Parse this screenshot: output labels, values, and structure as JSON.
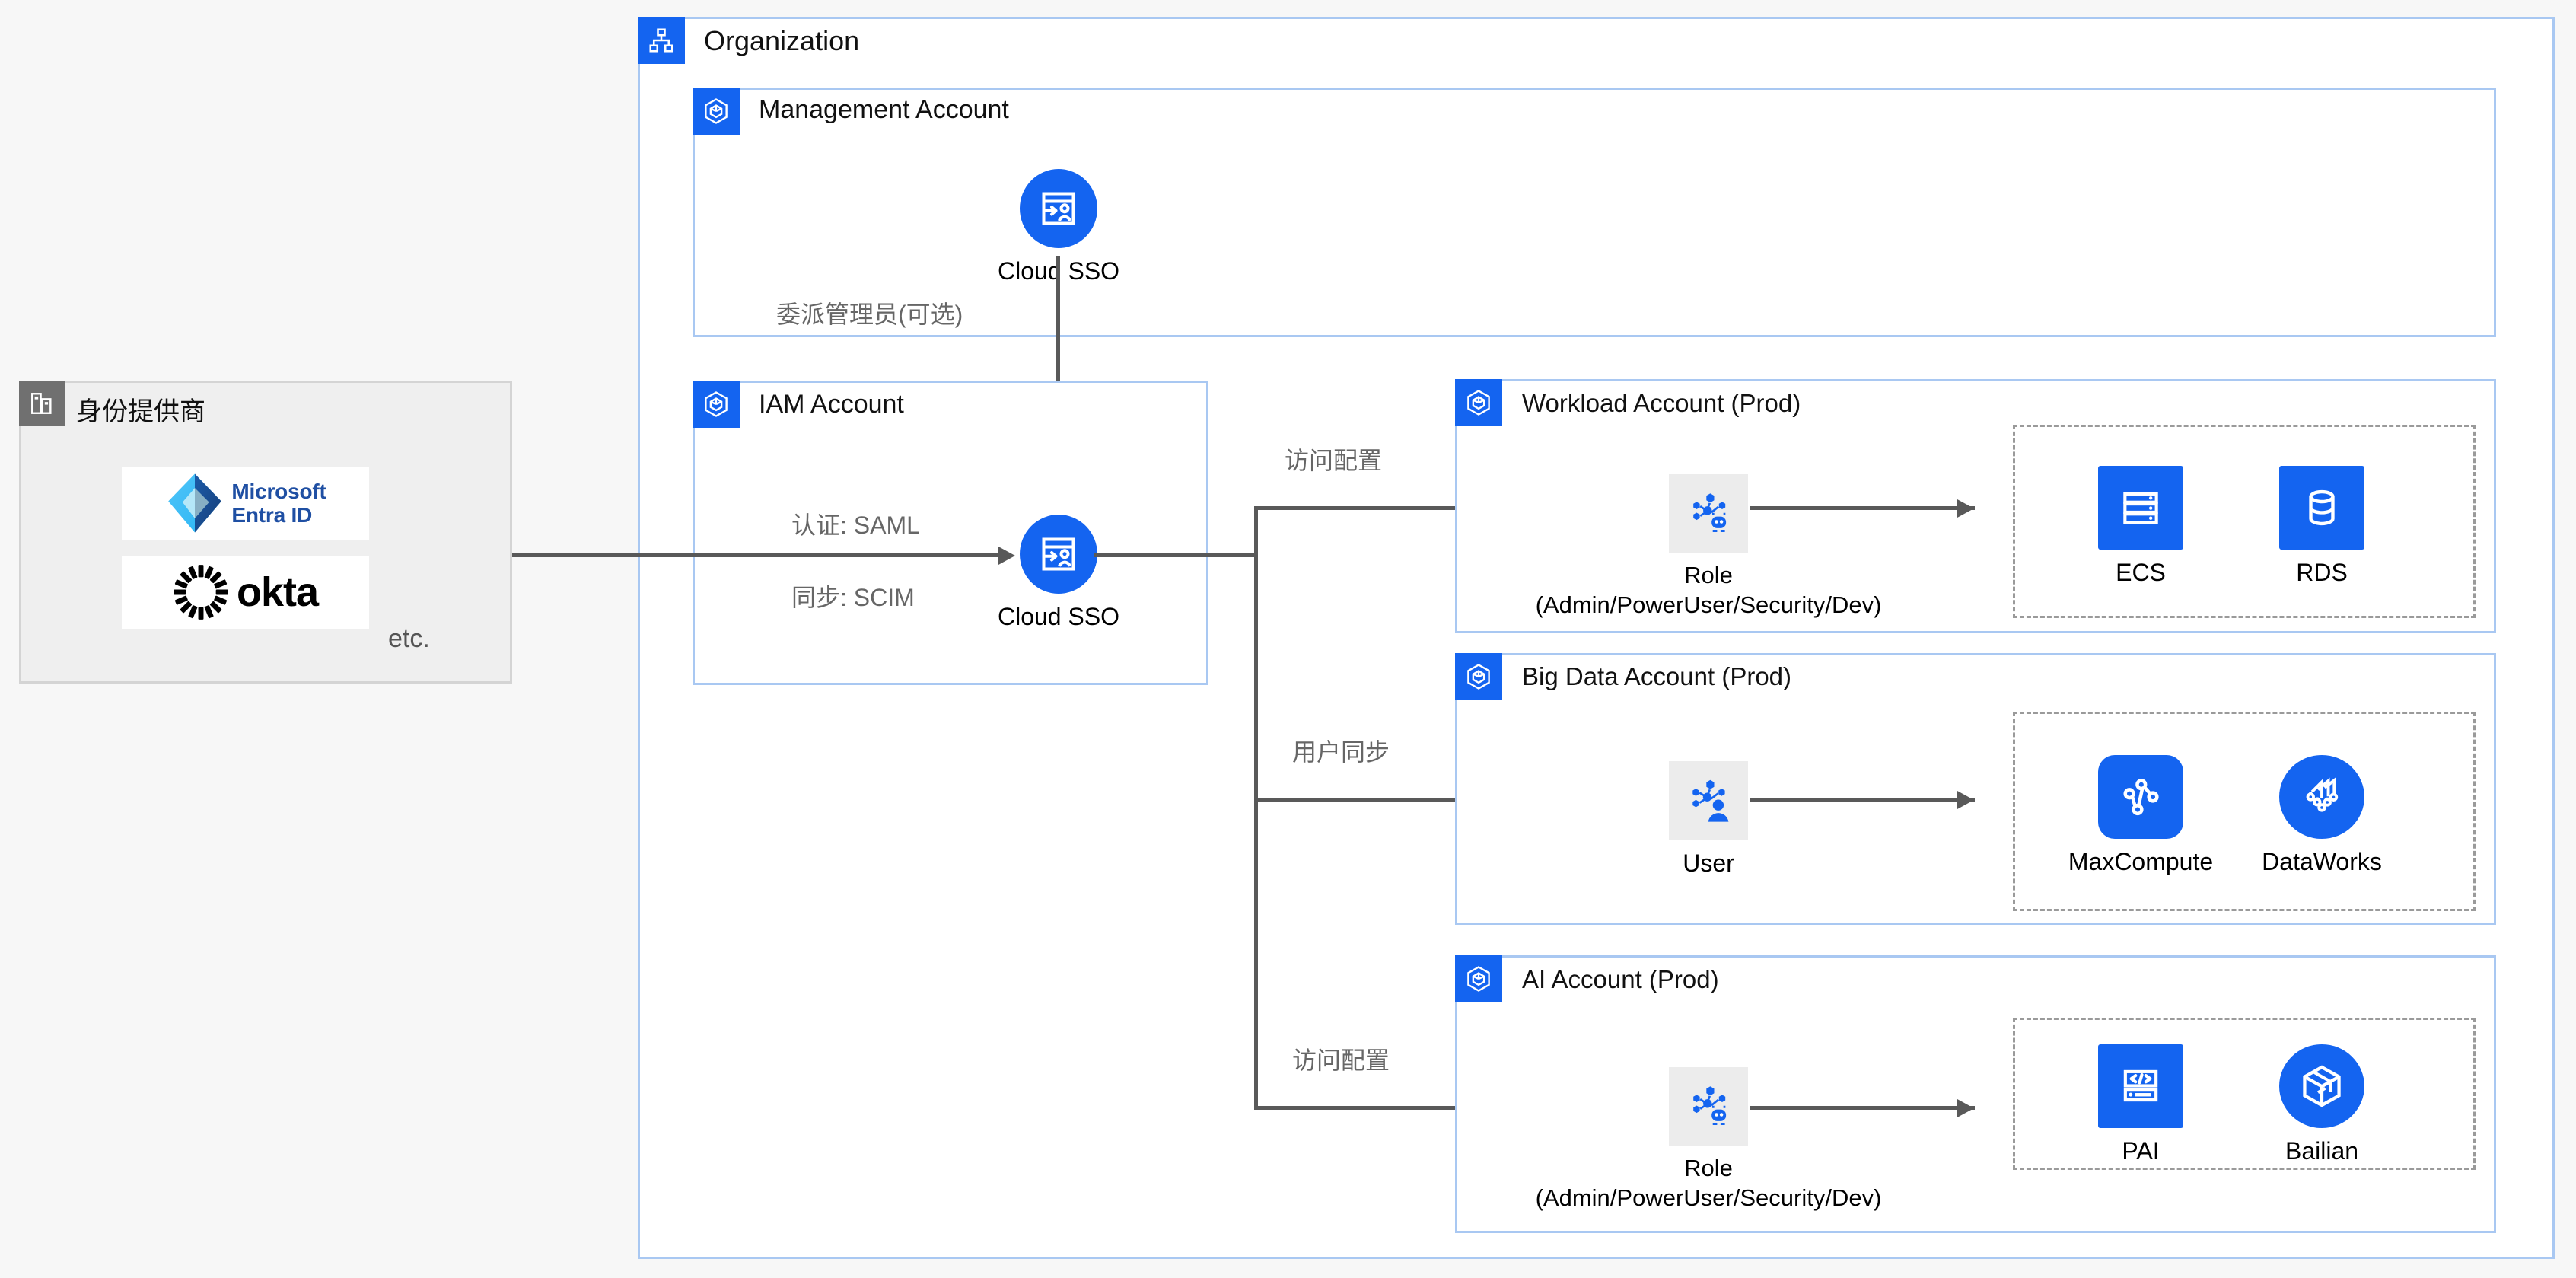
{
  "diagram": {
    "title": "Alibaba Cloud multi-account identity architecture",
    "accent_color": "#1464f0",
    "border_color": "#a9c8f2",
    "line_color": "#595959",
    "idp_border_color": "#d4d4d4",
    "idp_fill_color": "#efefef",
    "dashed_color": "#9a9a9a"
  },
  "identity_provider": {
    "title": "身份提供商",
    "icon": "identity-provider-icon",
    "providers": [
      {
        "name": "Microsoft Entra ID",
        "line1": "Microsoft",
        "line2": "Entra ID",
        "icon": "microsoft-entra-id-logo"
      },
      {
        "name": "Okta",
        "label": "okta",
        "icon": "okta-logo"
      }
    ],
    "etc_label": "etc."
  },
  "organization": {
    "title": "Organization",
    "icon": "organization-icon",
    "management_account": {
      "title": "Management Account",
      "icon": "account-icon",
      "node": {
        "label": "Cloud SSO",
        "icon": "cloud-sso-icon"
      },
      "note": "委派管理员(可选)"
    },
    "iam_account": {
      "title": "IAM Account",
      "icon": "account-icon",
      "node": {
        "label": "Cloud SSO",
        "icon": "cloud-sso-icon"
      },
      "edge_labels": [
        "认证: SAML",
        "同步: SCIM"
      ]
    },
    "workload_accounts": [
      {
        "title": "Workload Account (Prod)",
        "icon": "account-icon",
        "edge_label": "访问配置",
        "principal": {
          "label_line1": "Role",
          "label_line2": "(Admin/PowerUser/Security/Dev)",
          "icon": "role-icon"
        },
        "services": [
          {
            "label": "ECS",
            "icon": "ecs-icon",
            "shape": "square"
          },
          {
            "label": "RDS",
            "icon": "rds-icon",
            "shape": "square"
          }
        ]
      },
      {
        "title": "Big Data Account (Prod)",
        "icon": "account-icon",
        "edge_label": "用户同步",
        "principal": {
          "label_line1": "User",
          "label_line2": "",
          "icon": "user-icon"
        },
        "services": [
          {
            "label": "MaxCompute",
            "icon": "maxcompute-icon",
            "shape": "rounded-square"
          },
          {
            "label": "DataWorks",
            "icon": "dataworks-icon",
            "shape": "circle"
          }
        ]
      },
      {
        "title": "AI Account (Prod)",
        "icon": "account-icon",
        "edge_label": "访问配置",
        "principal": {
          "label_line1": "Role",
          "label_line2": "(Admin/PowerUser/Security/Dev)",
          "icon": "role-icon"
        },
        "services": [
          {
            "label": "PAI",
            "icon": "pai-icon",
            "shape": "square"
          },
          {
            "label": "Bailian",
            "icon": "bailian-icon",
            "shape": "circle"
          }
        ]
      }
    ]
  }
}
